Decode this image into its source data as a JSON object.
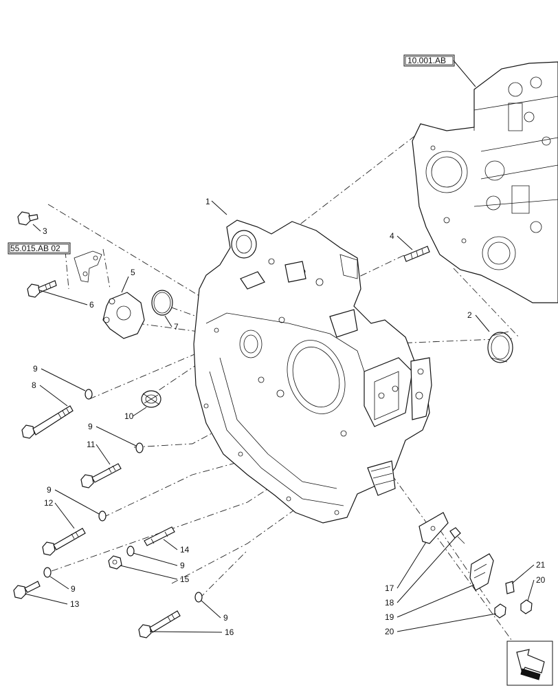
{
  "references": {
    "engine_block": "10.001.AB",
    "bracket": "55.015.AB 02"
  },
  "callouts": {
    "c1": "1",
    "c2": "2",
    "c3": "3",
    "c4": "4",
    "c5": "5",
    "c6": "6",
    "c7": "7",
    "c8": "8",
    "c9a": "9",
    "c9b": "9",
    "c9c": "9",
    "c9d": "9",
    "c9e": "9",
    "c9f": "9",
    "c10": "10",
    "c11": "11",
    "c12": "12",
    "c13": "13",
    "c14": "14",
    "c15": "15",
    "c16": "16",
    "c17": "17",
    "c18": "18",
    "c19": "19",
    "c20a": "20",
    "c20b": "20",
    "c21": "21"
  },
  "icons": {
    "nav": "arrow-navigation-icon"
  }
}
